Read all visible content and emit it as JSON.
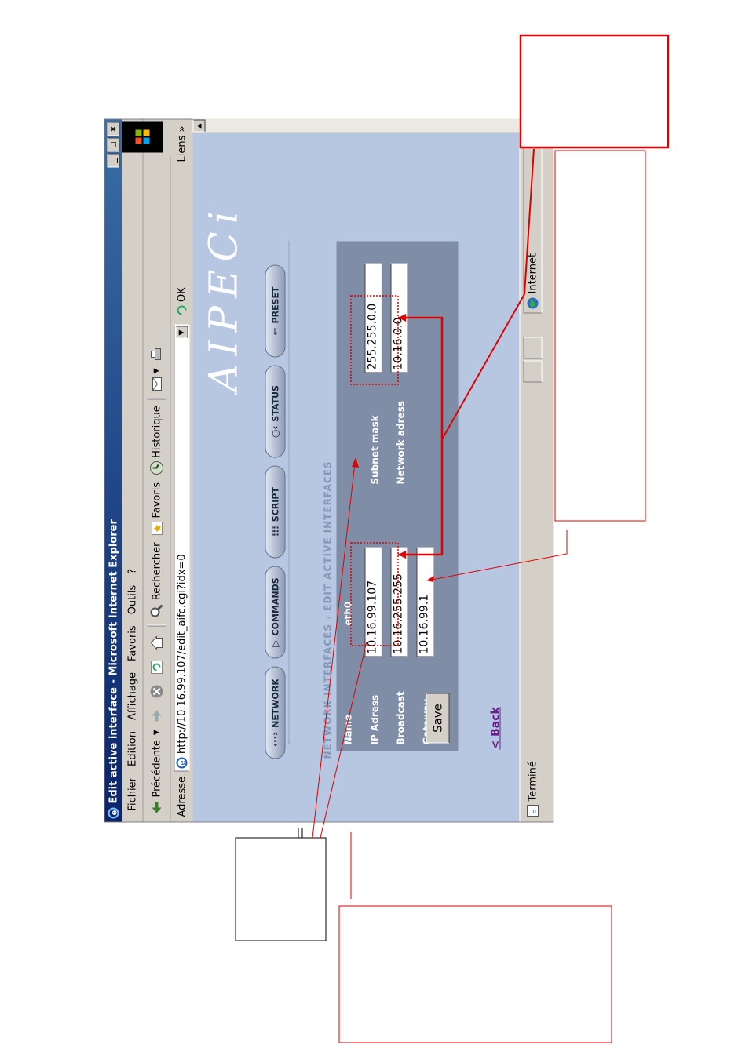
{
  "window": {
    "title": "Edit active interface - Microsoft Internet Explorer",
    "controls": [
      "_",
      "□",
      "×"
    ]
  },
  "menu": [
    "Fichier",
    "Edition",
    "Affichage",
    "Favoris",
    "Outils",
    "?"
  ],
  "toolbar": {
    "back": "Précédente",
    "search": "Rechercher",
    "favorites": "Favoris",
    "history": "Historique"
  },
  "address": {
    "label": "Adresse",
    "url": "http://10.16.99.107/edit_aifc.cgi?idx=0",
    "go": "OK",
    "links": "Liens »"
  },
  "page": {
    "logo": "AIPECi",
    "nav": [
      "NETWORK",
      "COMMANDS",
      "SCRIPT",
      "STATUS",
      "PRESET"
    ],
    "breadcrumb": "NETWORK INTERFACES › EDIT ACTIVE INTERFACES",
    "form": {
      "name_label": "Name",
      "name_value": "eth0",
      "ip_label": "IP Adress",
      "ip_value": "10.16.99.107",
      "broadcast_label": "Broadcast",
      "broadcast_value": "10.16.255.255",
      "gateway_label": "Gateway",
      "gateway_value": "10.16.99.1",
      "subnet_label": "Subnet mask",
      "subnet_value": "255.255.0.0",
      "network_label": "Network adress",
      "network_value": "10.16.0.0",
      "save": "Save"
    },
    "back_link": "< Back"
  },
  "status": {
    "left": "Terminé",
    "zone": "Internet"
  },
  "colors": {
    "annotation": "#e00000",
    "page_bg": "#b7c7e2",
    "panel_bg": "#7f8ea6",
    "titlebar": "#0a246a"
  }
}
